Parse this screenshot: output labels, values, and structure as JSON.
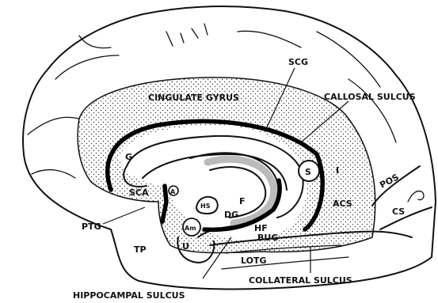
{
  "labels": {
    "scg": "SCG",
    "cingulate_gyrus": "CINGULATE GYRUS",
    "callosal_sulcus": "CALLOSAL SULCUS",
    "g": "G",
    "s": "S",
    "i": "I",
    "sca": "SCA",
    "a": "A",
    "hs": "HS",
    "f": "F",
    "dg": "DG",
    "hf": "HF",
    "am": "Am",
    "u": "U",
    "ptg": "PTG",
    "tp": "TP",
    "bug": "BUG",
    "lotg": "LOTG",
    "acs": "ACS",
    "pos": "POS",
    "cs": "CS",
    "collateral_sulcus": "COLLATERAL SULCUS",
    "hippocampal_sulcus": "HIPPOCAMPAL SULCUS"
  }
}
